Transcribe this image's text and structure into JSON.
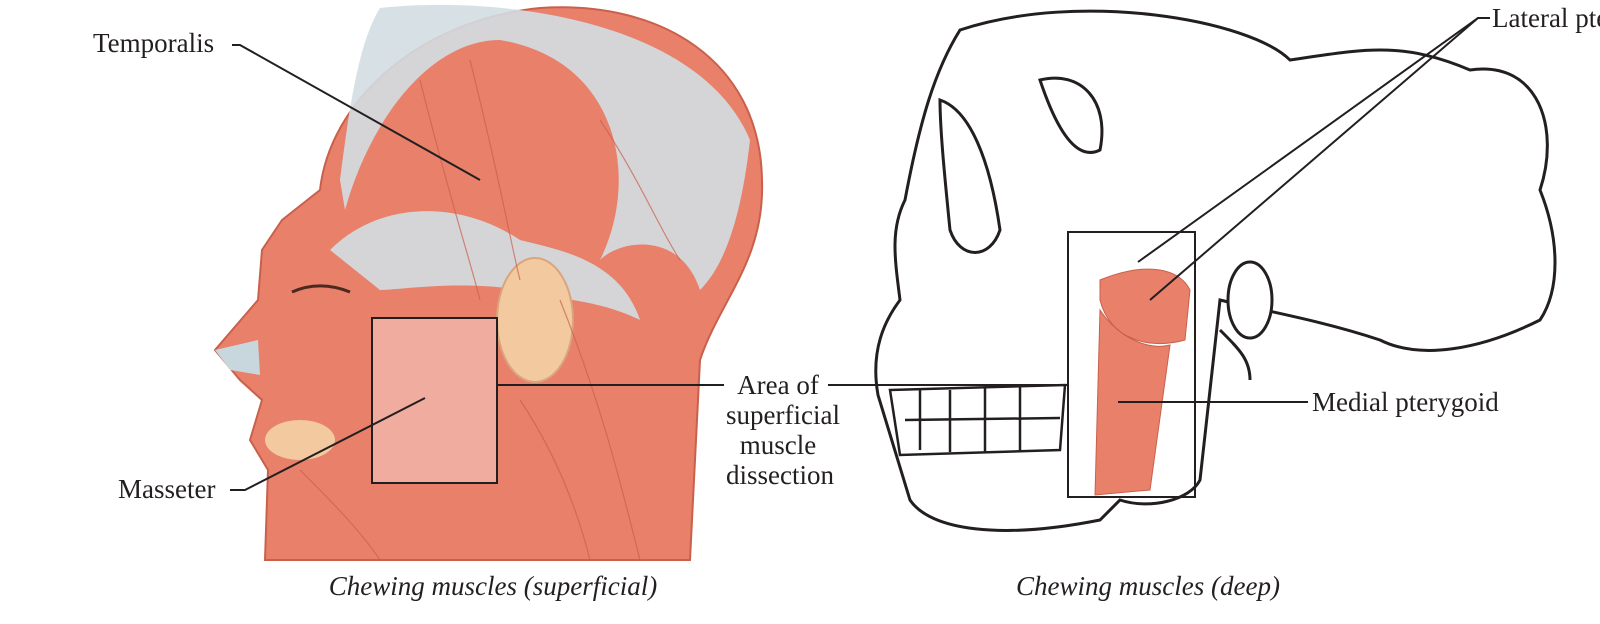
{
  "labels": {
    "temporalis": "Temporalis",
    "masseter": "Masseter",
    "area_line1": "Area of",
    "area_line2": "superficial",
    "area_line3": "muscle",
    "area_line4": "dissection",
    "lateral_pterygoid": "Lateral pterygoid",
    "medial_pterygoid": "Medial pterygoid"
  },
  "captions": {
    "superficial": "Chewing muscles (superficial)",
    "deep": "Chewing muscles (deep)"
  },
  "colors": {
    "muscle": "#e8806a",
    "muscle_dark": "#c9604c",
    "tendon": "#d3dde2",
    "skin": "#f3c9a0",
    "line": "#231f20"
  }
}
